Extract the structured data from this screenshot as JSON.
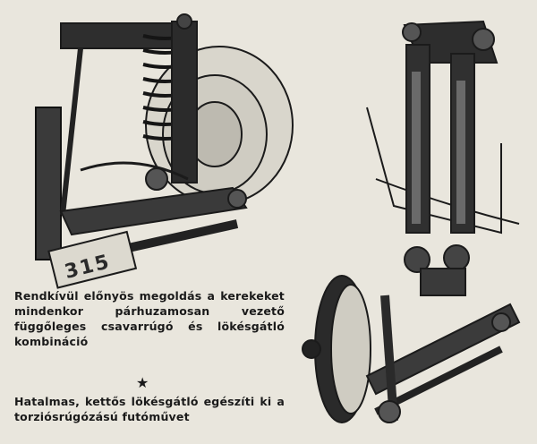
{
  "captions": {
    "caption_1": "Rendkívül előnyös megoldás a kerekeket mindenkor párhuzamosan vezető függőleges csavarrúgó és lökésgátló kombináció",
    "separator": "★",
    "caption_2": "Hatalmas, kettős lökésgátló egészíti ki a torziósrúgózású futóművet"
  },
  "figures": {
    "left": {
      "plate_text": "315"
    }
  }
}
